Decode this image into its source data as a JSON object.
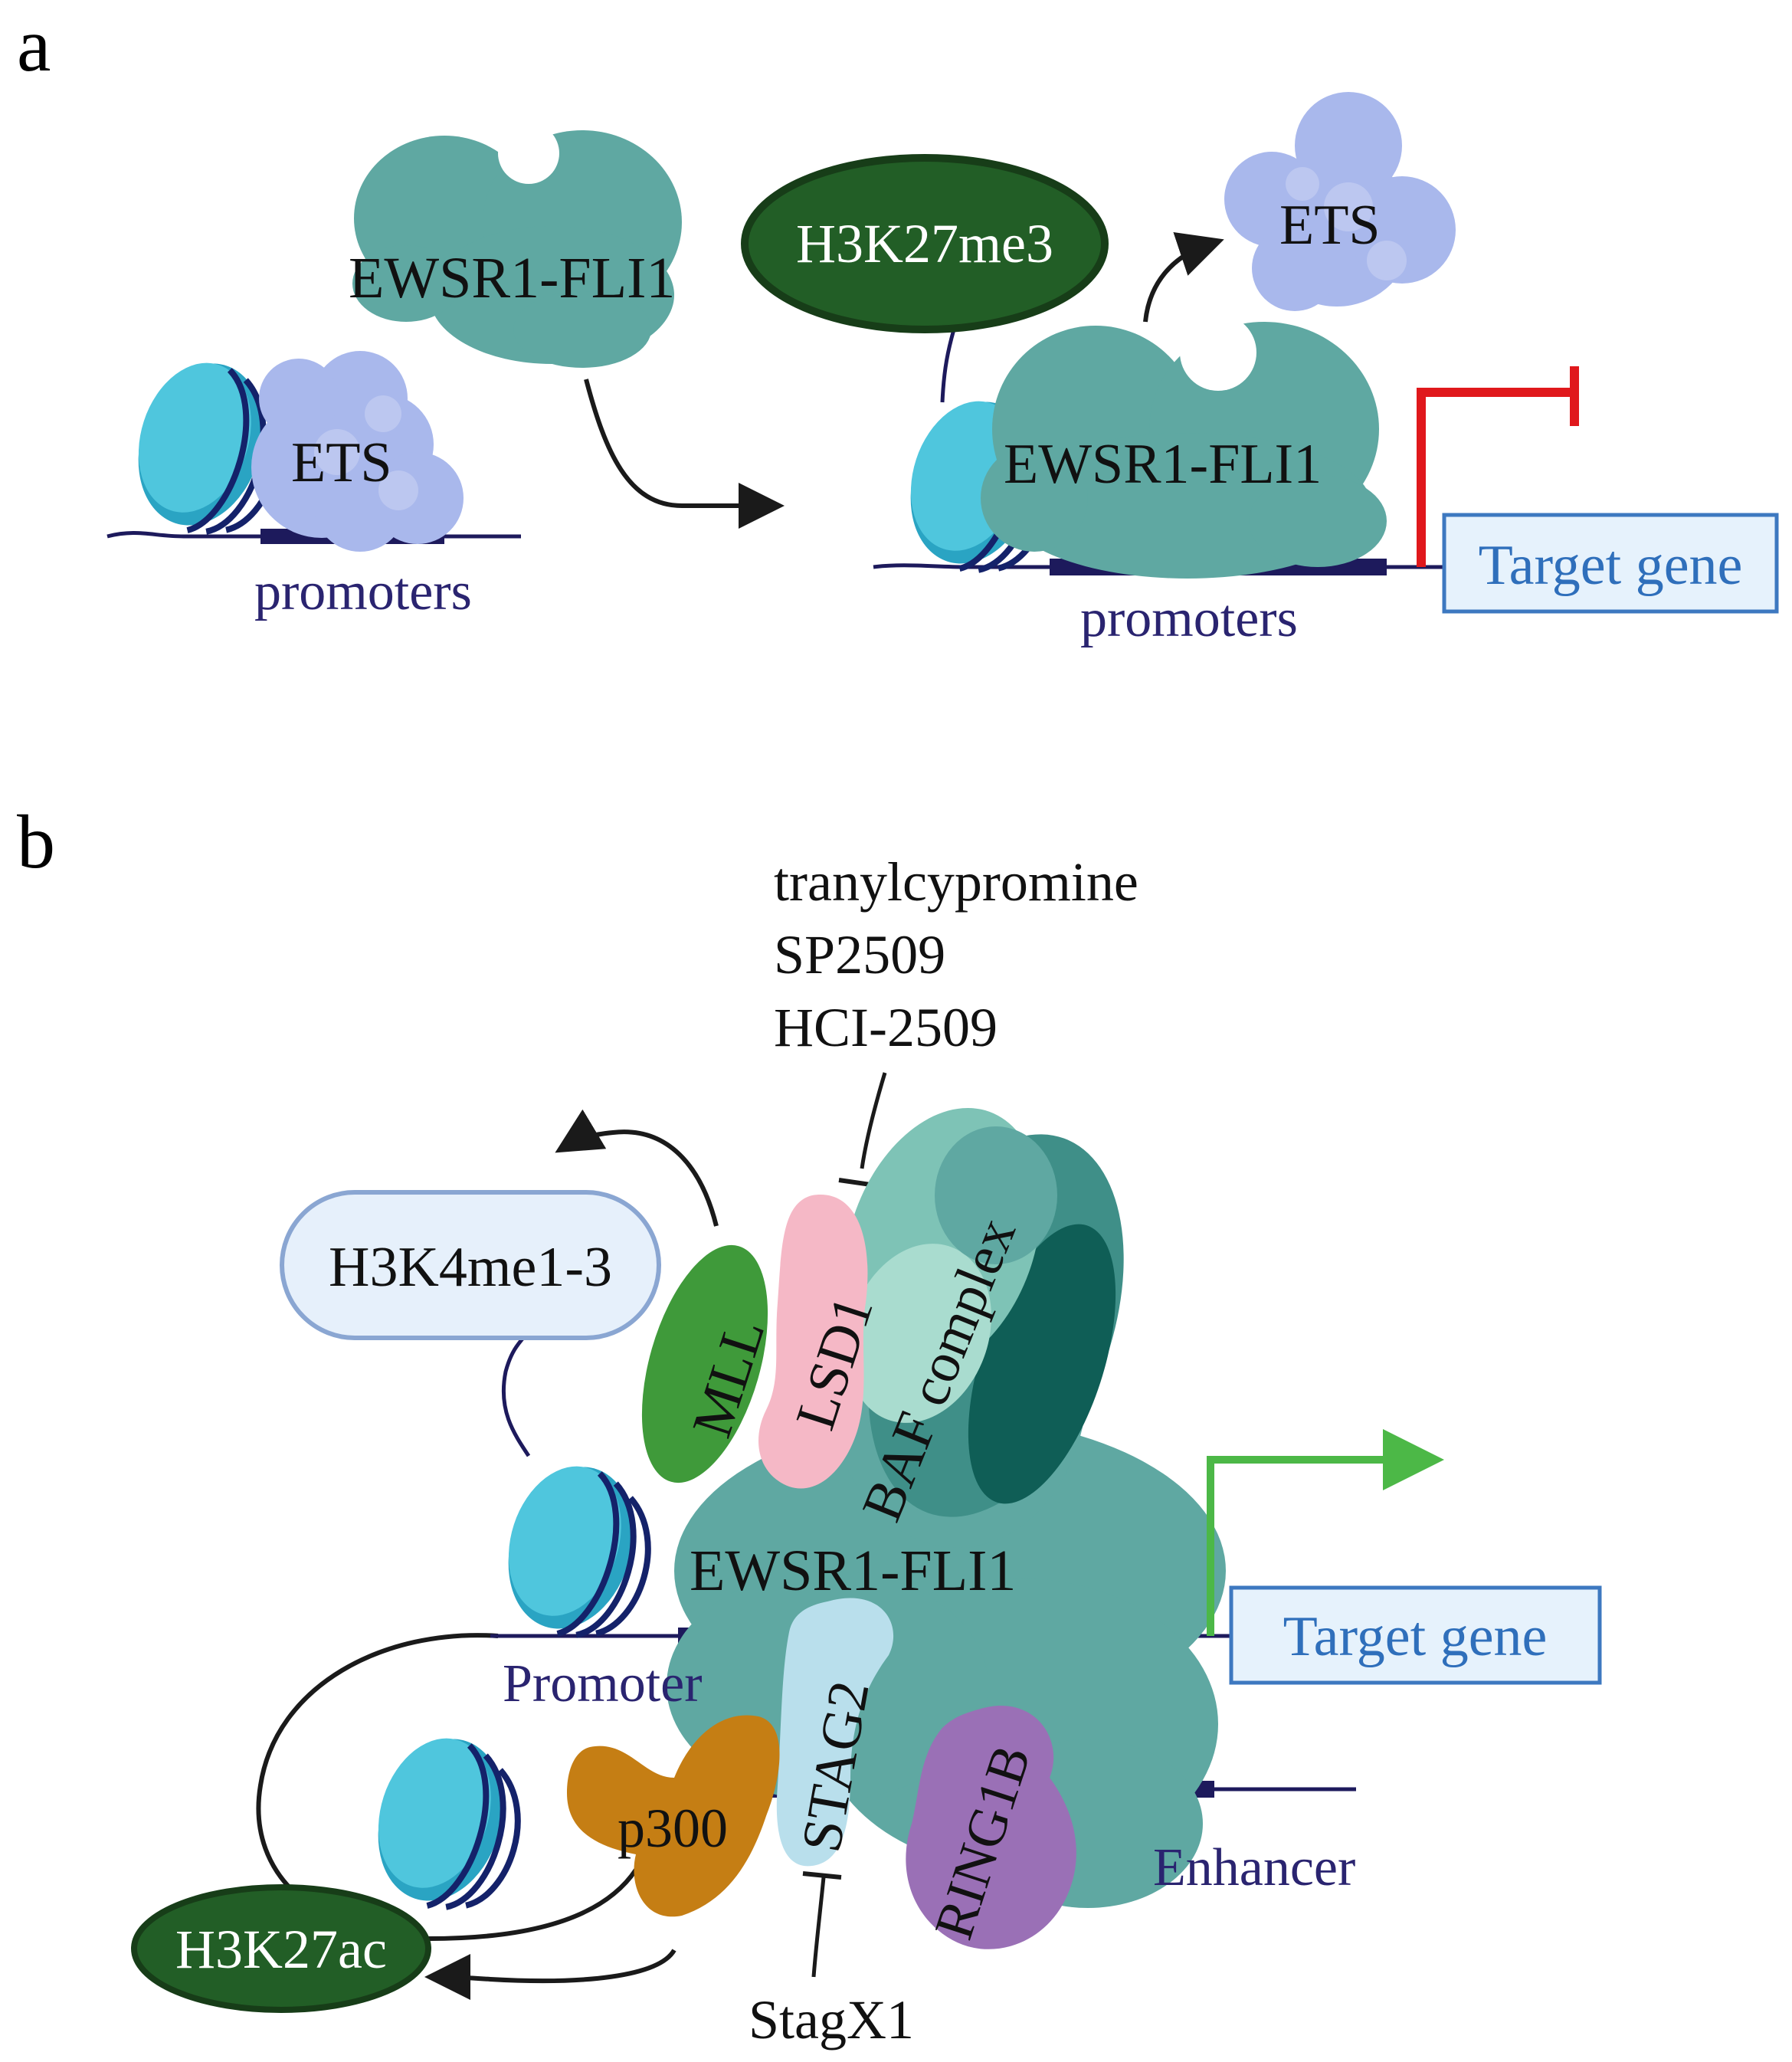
{
  "panel_a": {
    "label": "a",
    "left": {
      "protein": "ETS",
      "fusion": "EWSR1-FLI1",
      "region": "promoters"
    },
    "right": {
      "mark": "H3K27me3",
      "displaced": "ETS",
      "fusion": "EWSR1-FLI1",
      "region": "promoters",
      "gene": "Target gene"
    }
  },
  "panel_b": {
    "label": "b",
    "inhibitors": {
      "line1": "tranylcypromine",
      "line2": "SP2509",
      "line3": "HCI-2509"
    },
    "mark_top": "H3K4me1-3",
    "mll": "MLL",
    "lsd1": "LSD1",
    "baf": "BAF complex",
    "fusion": "EWSR1-FLI1",
    "promoter": "Promoter",
    "gene": "Target gene",
    "stag2": "STAG2",
    "p300": "p300",
    "ring1b": "RING1B",
    "enhancer": "Enhancer",
    "mark_bottom": "H3K27ac",
    "stag_inhibitor": "StagX1"
  },
  "colors": {
    "teal_protein": "#5fa8a2",
    "teal_dark": "#0f5e56",
    "ets": "#a9b8ec",
    "nucleosome": "#3fbdd6",
    "dna": "#1d1a5c",
    "mark_green": "#225e26",
    "repress": "#e0181c",
    "activate": "#4cb847",
    "gene_box": "#e6f2fc",
    "gene_text": "#2f6fbb",
    "lsd1": "#f5b8c6",
    "mll": "#3f9a3a",
    "stag2": "#b9dfec",
    "p300": "#c57e14",
    "ring1b": "#9a70b6"
  }
}
